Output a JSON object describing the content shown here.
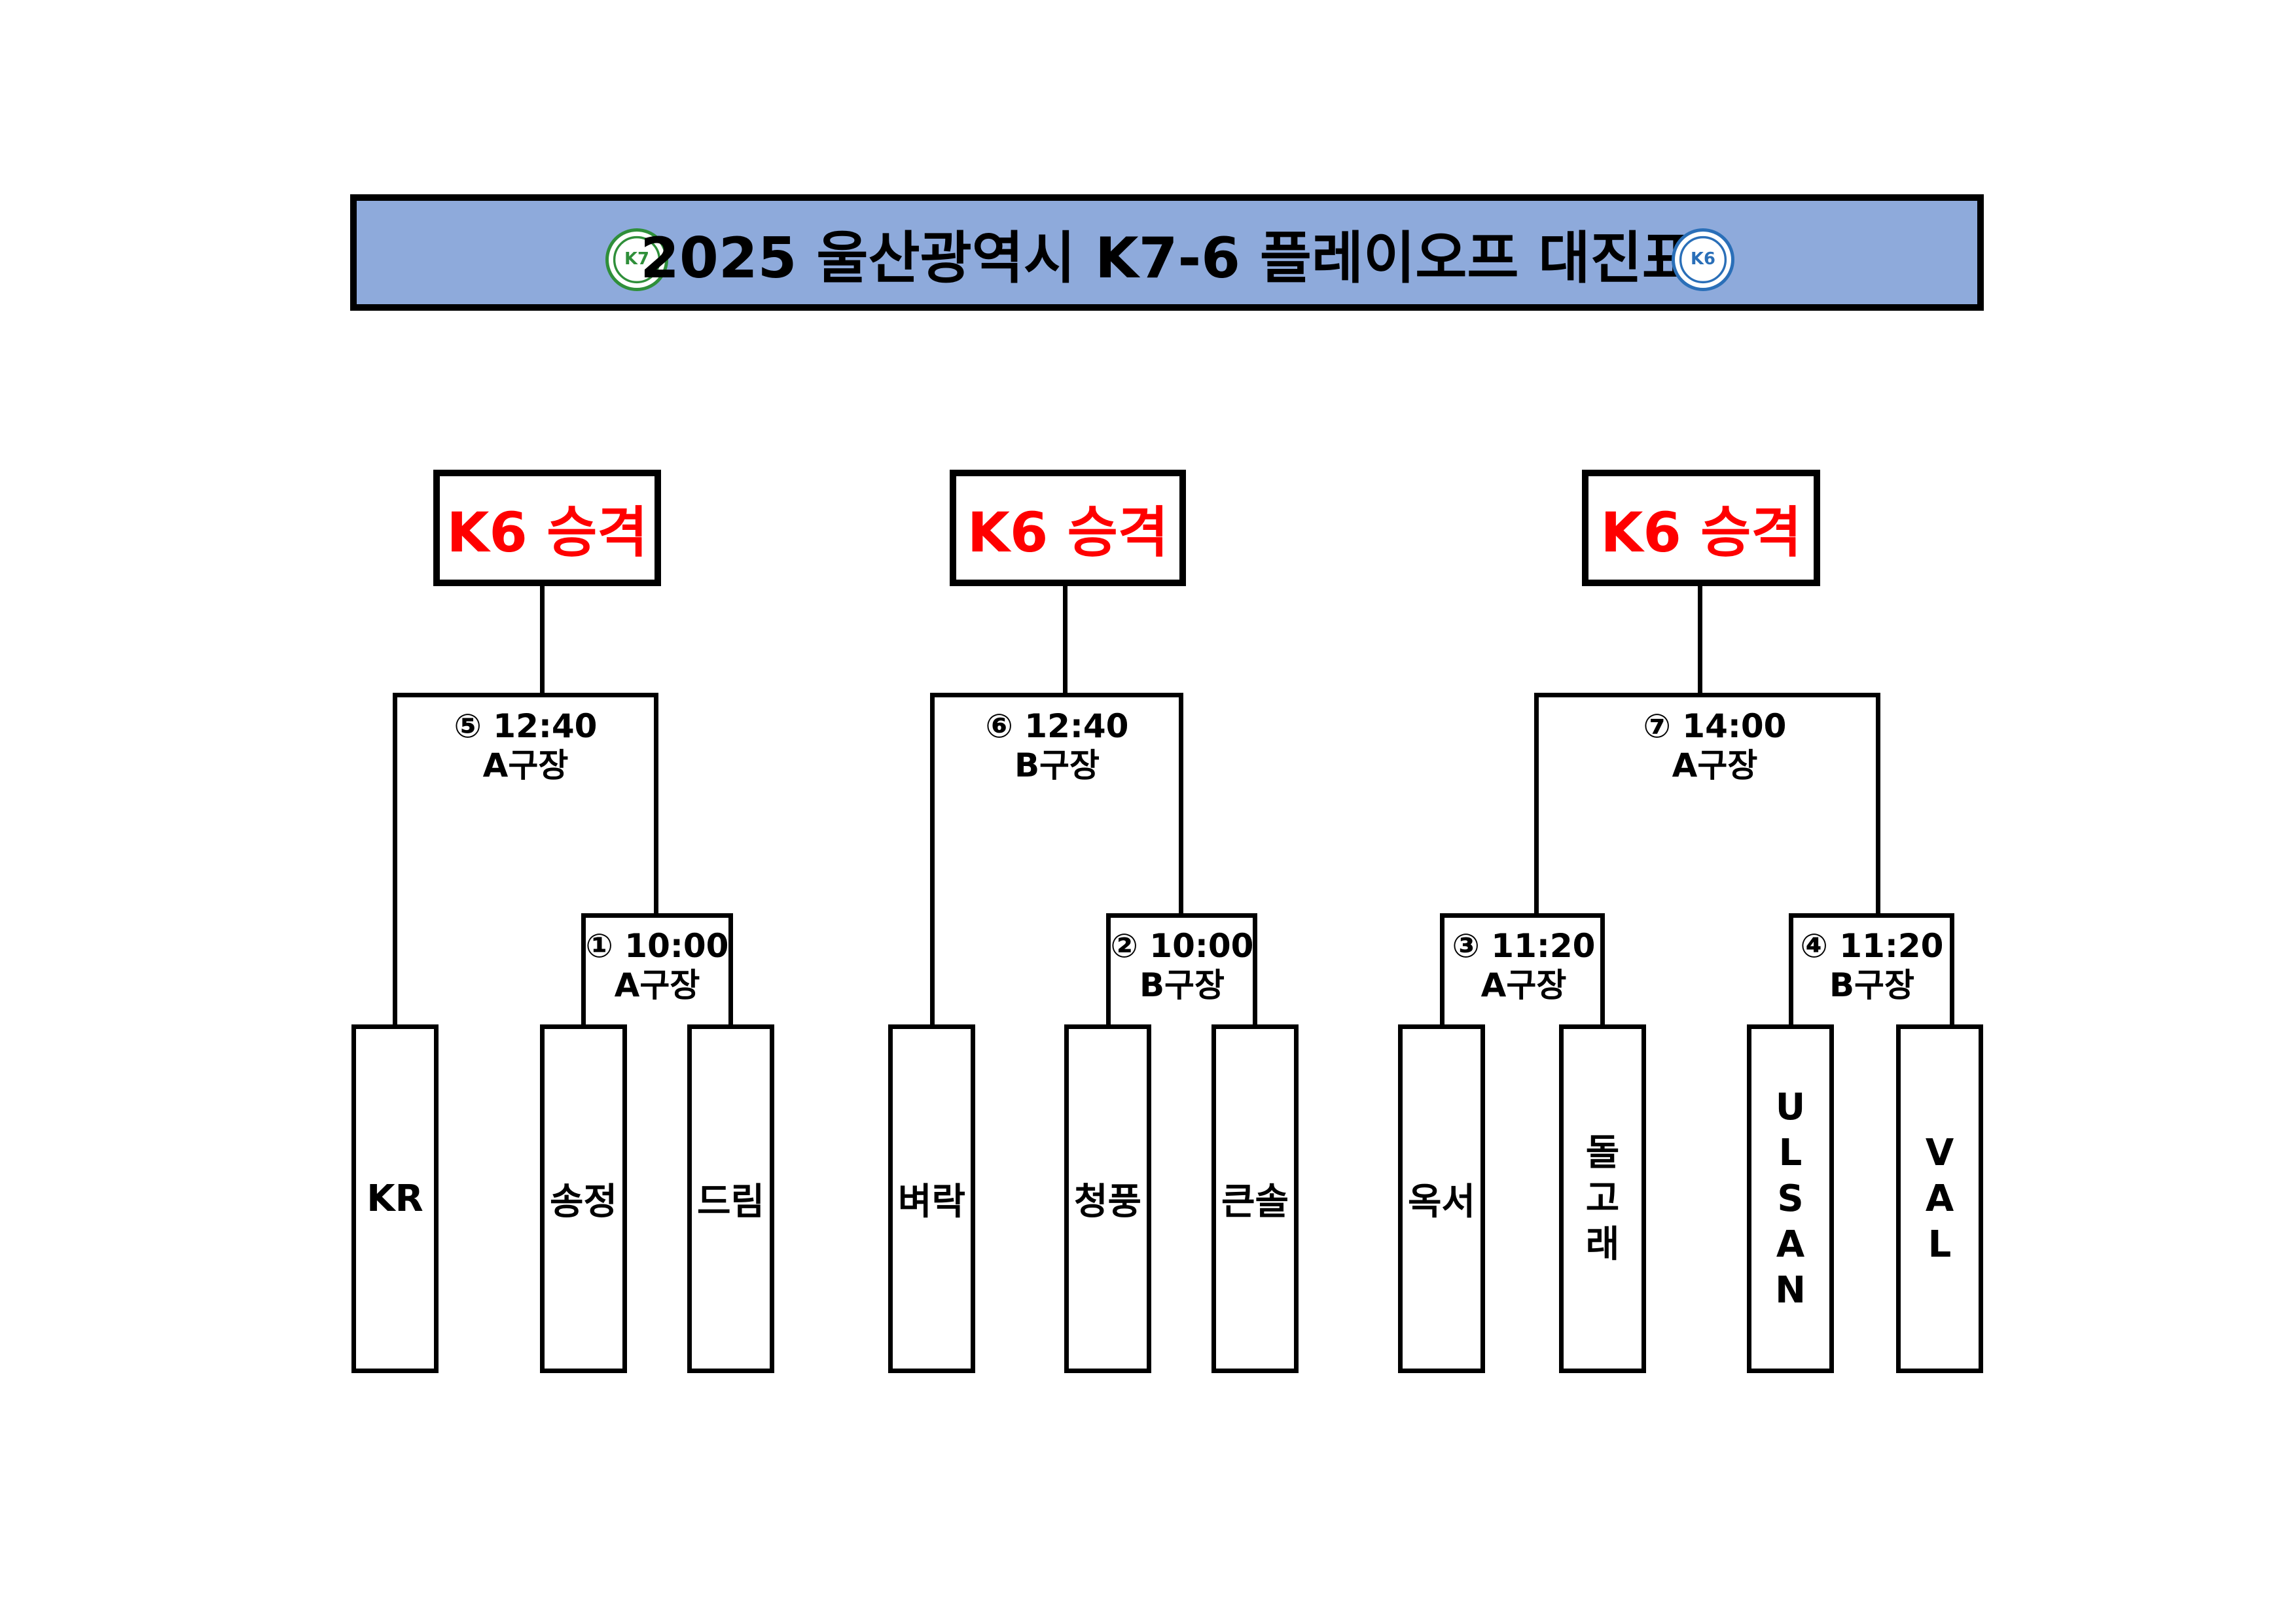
{
  "title": "2025 울산광역시 K7-6 플레이오프 대진표",
  "colors": {
    "banner": "#8eaadb",
    "promotion_text": "#ff0000",
    "line": "#000000"
  },
  "logos": {
    "left": "k7-league-logo",
    "right": "k6-league-logo"
  },
  "promotion_label": [
    "K6 승격",
    "K6 승격",
    "K6 승격"
  ],
  "matches": [
    {
      "time": "① 10:00",
      "field": "A구장"
    },
    {
      "time": "② 10:00",
      "field": "B구장"
    },
    {
      "time": "③ 11:20",
      "field": "A구장"
    },
    {
      "time": "④ 11:20",
      "field": "B구장"
    },
    {
      "time": "⑤ 12:40",
      "field": "A구장"
    },
    {
      "time": "⑥ 12:40",
      "field": "B구장"
    },
    {
      "time": "⑦ 14:00",
      "field": "A구장"
    }
  ],
  "teams": [
    "KR",
    "송정",
    "드림",
    "벼락",
    "청풍",
    "큰솔",
    "옥서",
    "돌고래",
    "ULSAN",
    "VAL"
  ]
}
